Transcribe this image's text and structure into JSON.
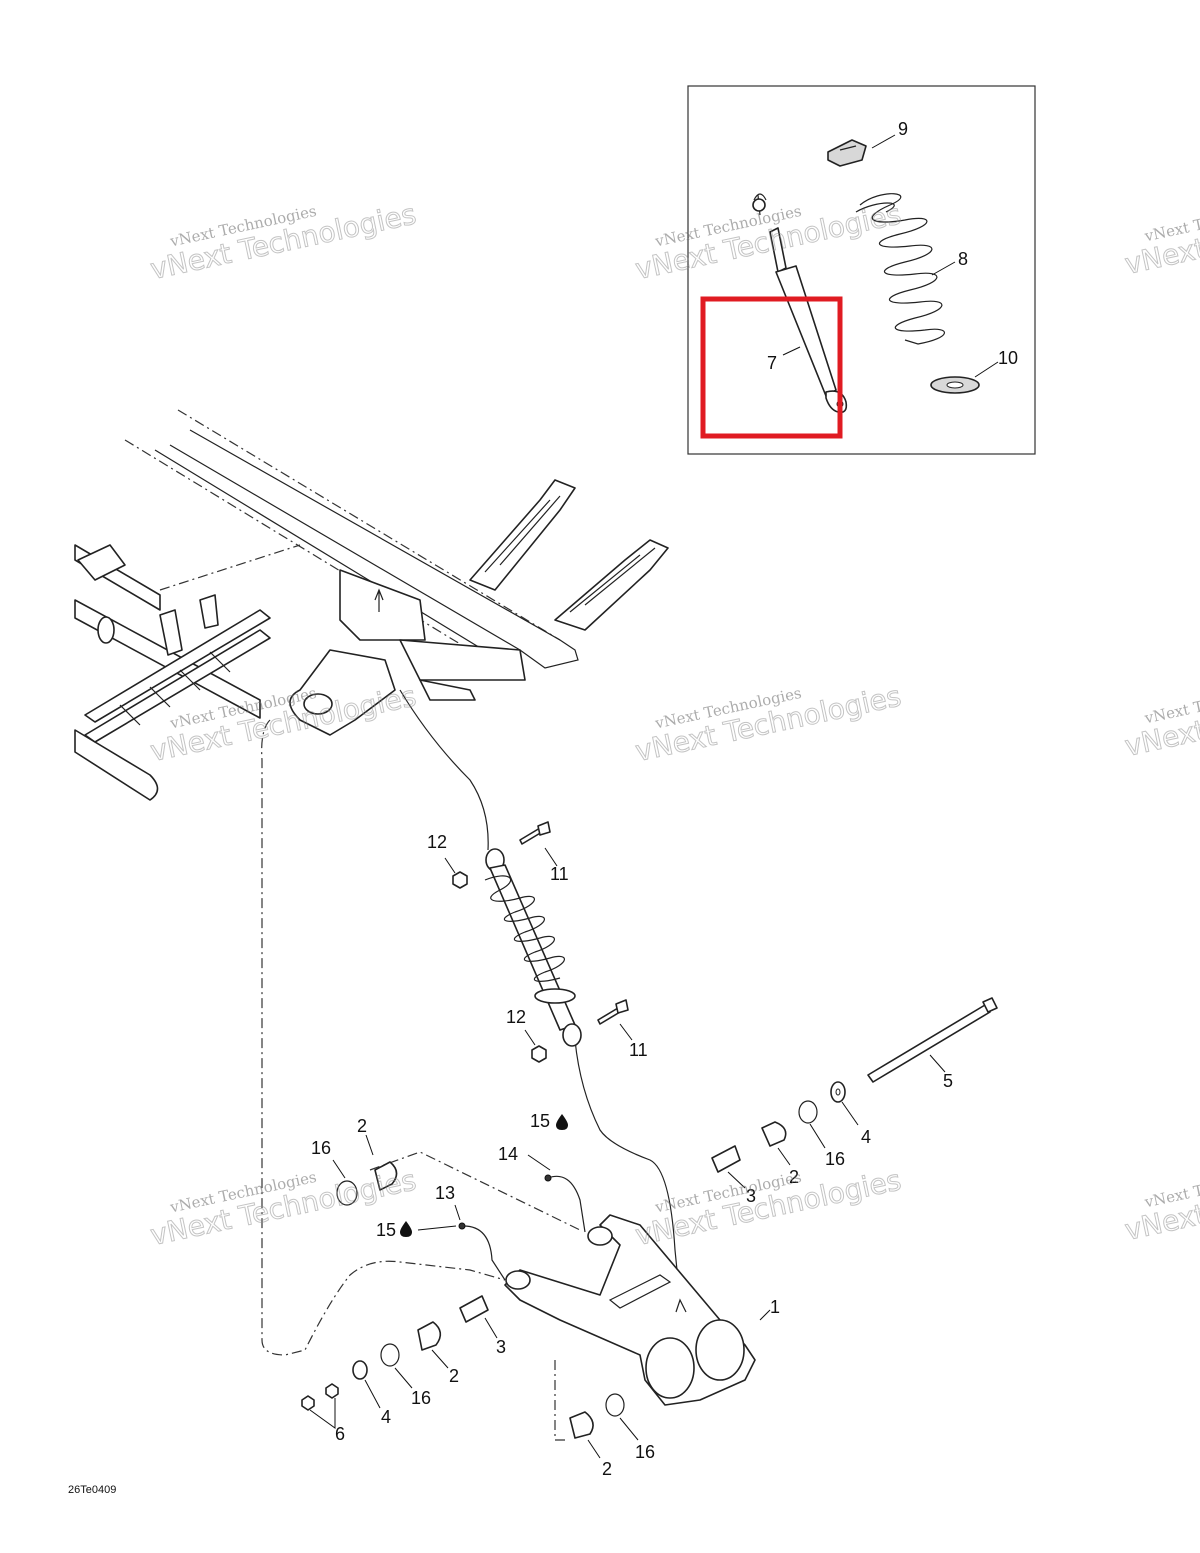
{
  "diagram": {
    "code": "26Te0409",
    "watermark": {
      "line1": "vNext Technologies",
      "line2": "vNext Technologies"
    },
    "callouts": {
      "c1": "1",
      "c2a": "2",
      "c2b": "2",
      "c2c": "2",
      "c2d": "2",
      "c3a": "3",
      "c3b": "3",
      "c4a": "4",
      "c4b": "4",
      "c5": "5",
      "c6": "6",
      "c7": "7",
      "c8": "8",
      "c9": "9",
      "c10": "10",
      "c11a": "11",
      "c11b": "11",
      "c12a": "12",
      "c12b": "12",
      "c13": "13",
      "c14": "14",
      "c15a": "15",
      "c15b": "15",
      "c16a": "16",
      "c16b": "16",
      "c16c": "16",
      "c16d": "16"
    },
    "highlight_color": "#e01b22",
    "line_color": "#222222",
    "icons": {
      "grease": "oil-drop-icon"
    }
  }
}
